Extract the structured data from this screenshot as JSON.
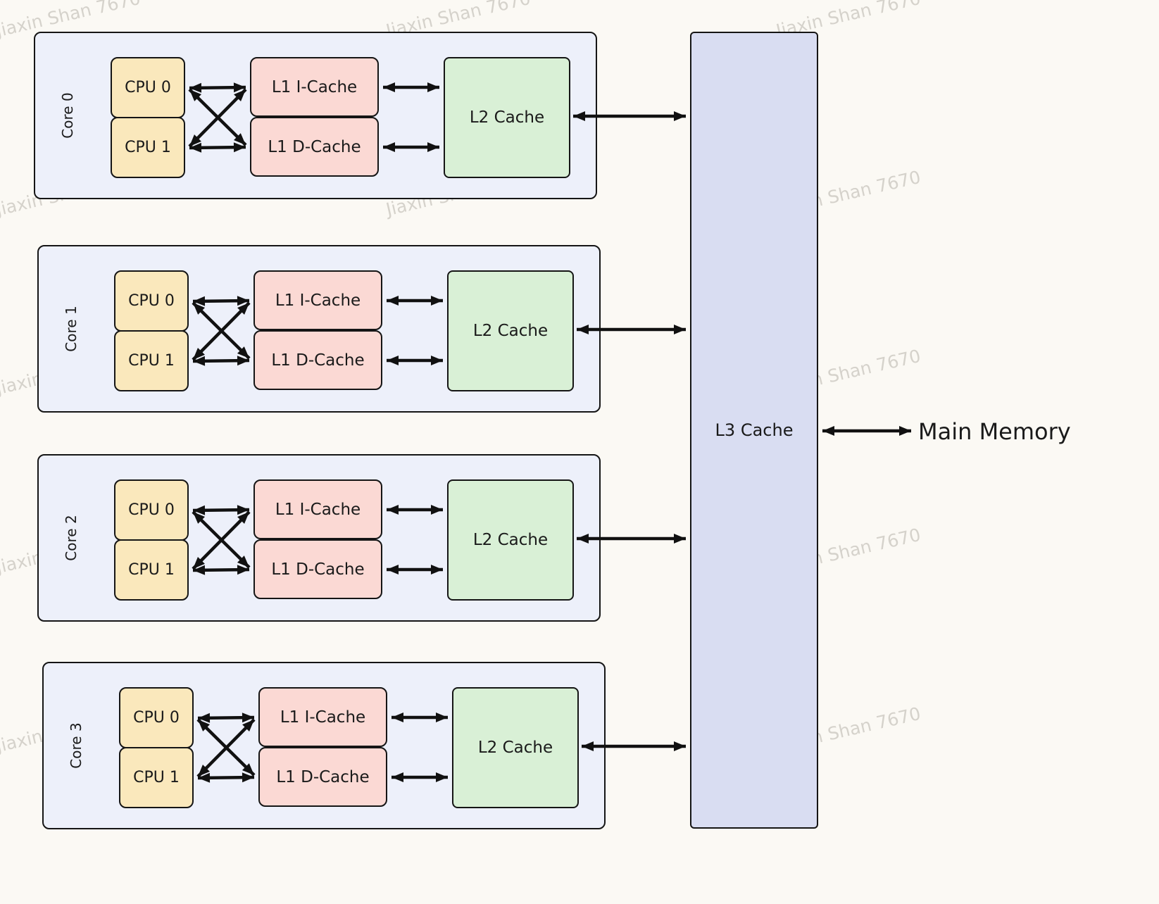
{
  "watermark": {
    "text": "Jiaxin Shan 7670"
  },
  "cores": [
    {
      "label": "Core 0",
      "cpu0": "CPU 0",
      "cpu1": "CPU 1",
      "l1i": "L1 I-Cache",
      "l1d": "L1 D-Cache",
      "l2": "L2 Cache"
    },
    {
      "label": "Core 1",
      "cpu0": "CPU 0",
      "cpu1": "CPU 1",
      "l1i": "L1 I-Cache",
      "l1d": "L1 D-Cache",
      "l2": "L2 Cache"
    },
    {
      "label": "Core 2",
      "cpu0": "CPU 0",
      "cpu1": "CPU 1",
      "l1i": "L1 I-Cache",
      "l1d": "L1 D-Cache",
      "l2": "L2 Cache"
    },
    {
      "label": "Core 3",
      "cpu0": "CPU 0",
      "cpu1": "CPU 1",
      "l1i": "L1 I-Cache",
      "l1d": "L1 D-Cache",
      "l2": "L2 Cache"
    }
  ],
  "l3": {
    "label": "L3 Cache"
  },
  "main_memory": {
    "label": "Main Memory"
  },
  "colors": {
    "background": "#FBF9F4",
    "core_fill": "#EDF0FA",
    "cpu_fill": "#FAE8BC",
    "l1_fill": "#FBD9D4",
    "l2_fill": "#D9F0D6",
    "l3_fill": "#D9DDF2",
    "border": "#151515",
    "arrow": "#111111",
    "watermark_text": "#C8C4BC"
  }
}
